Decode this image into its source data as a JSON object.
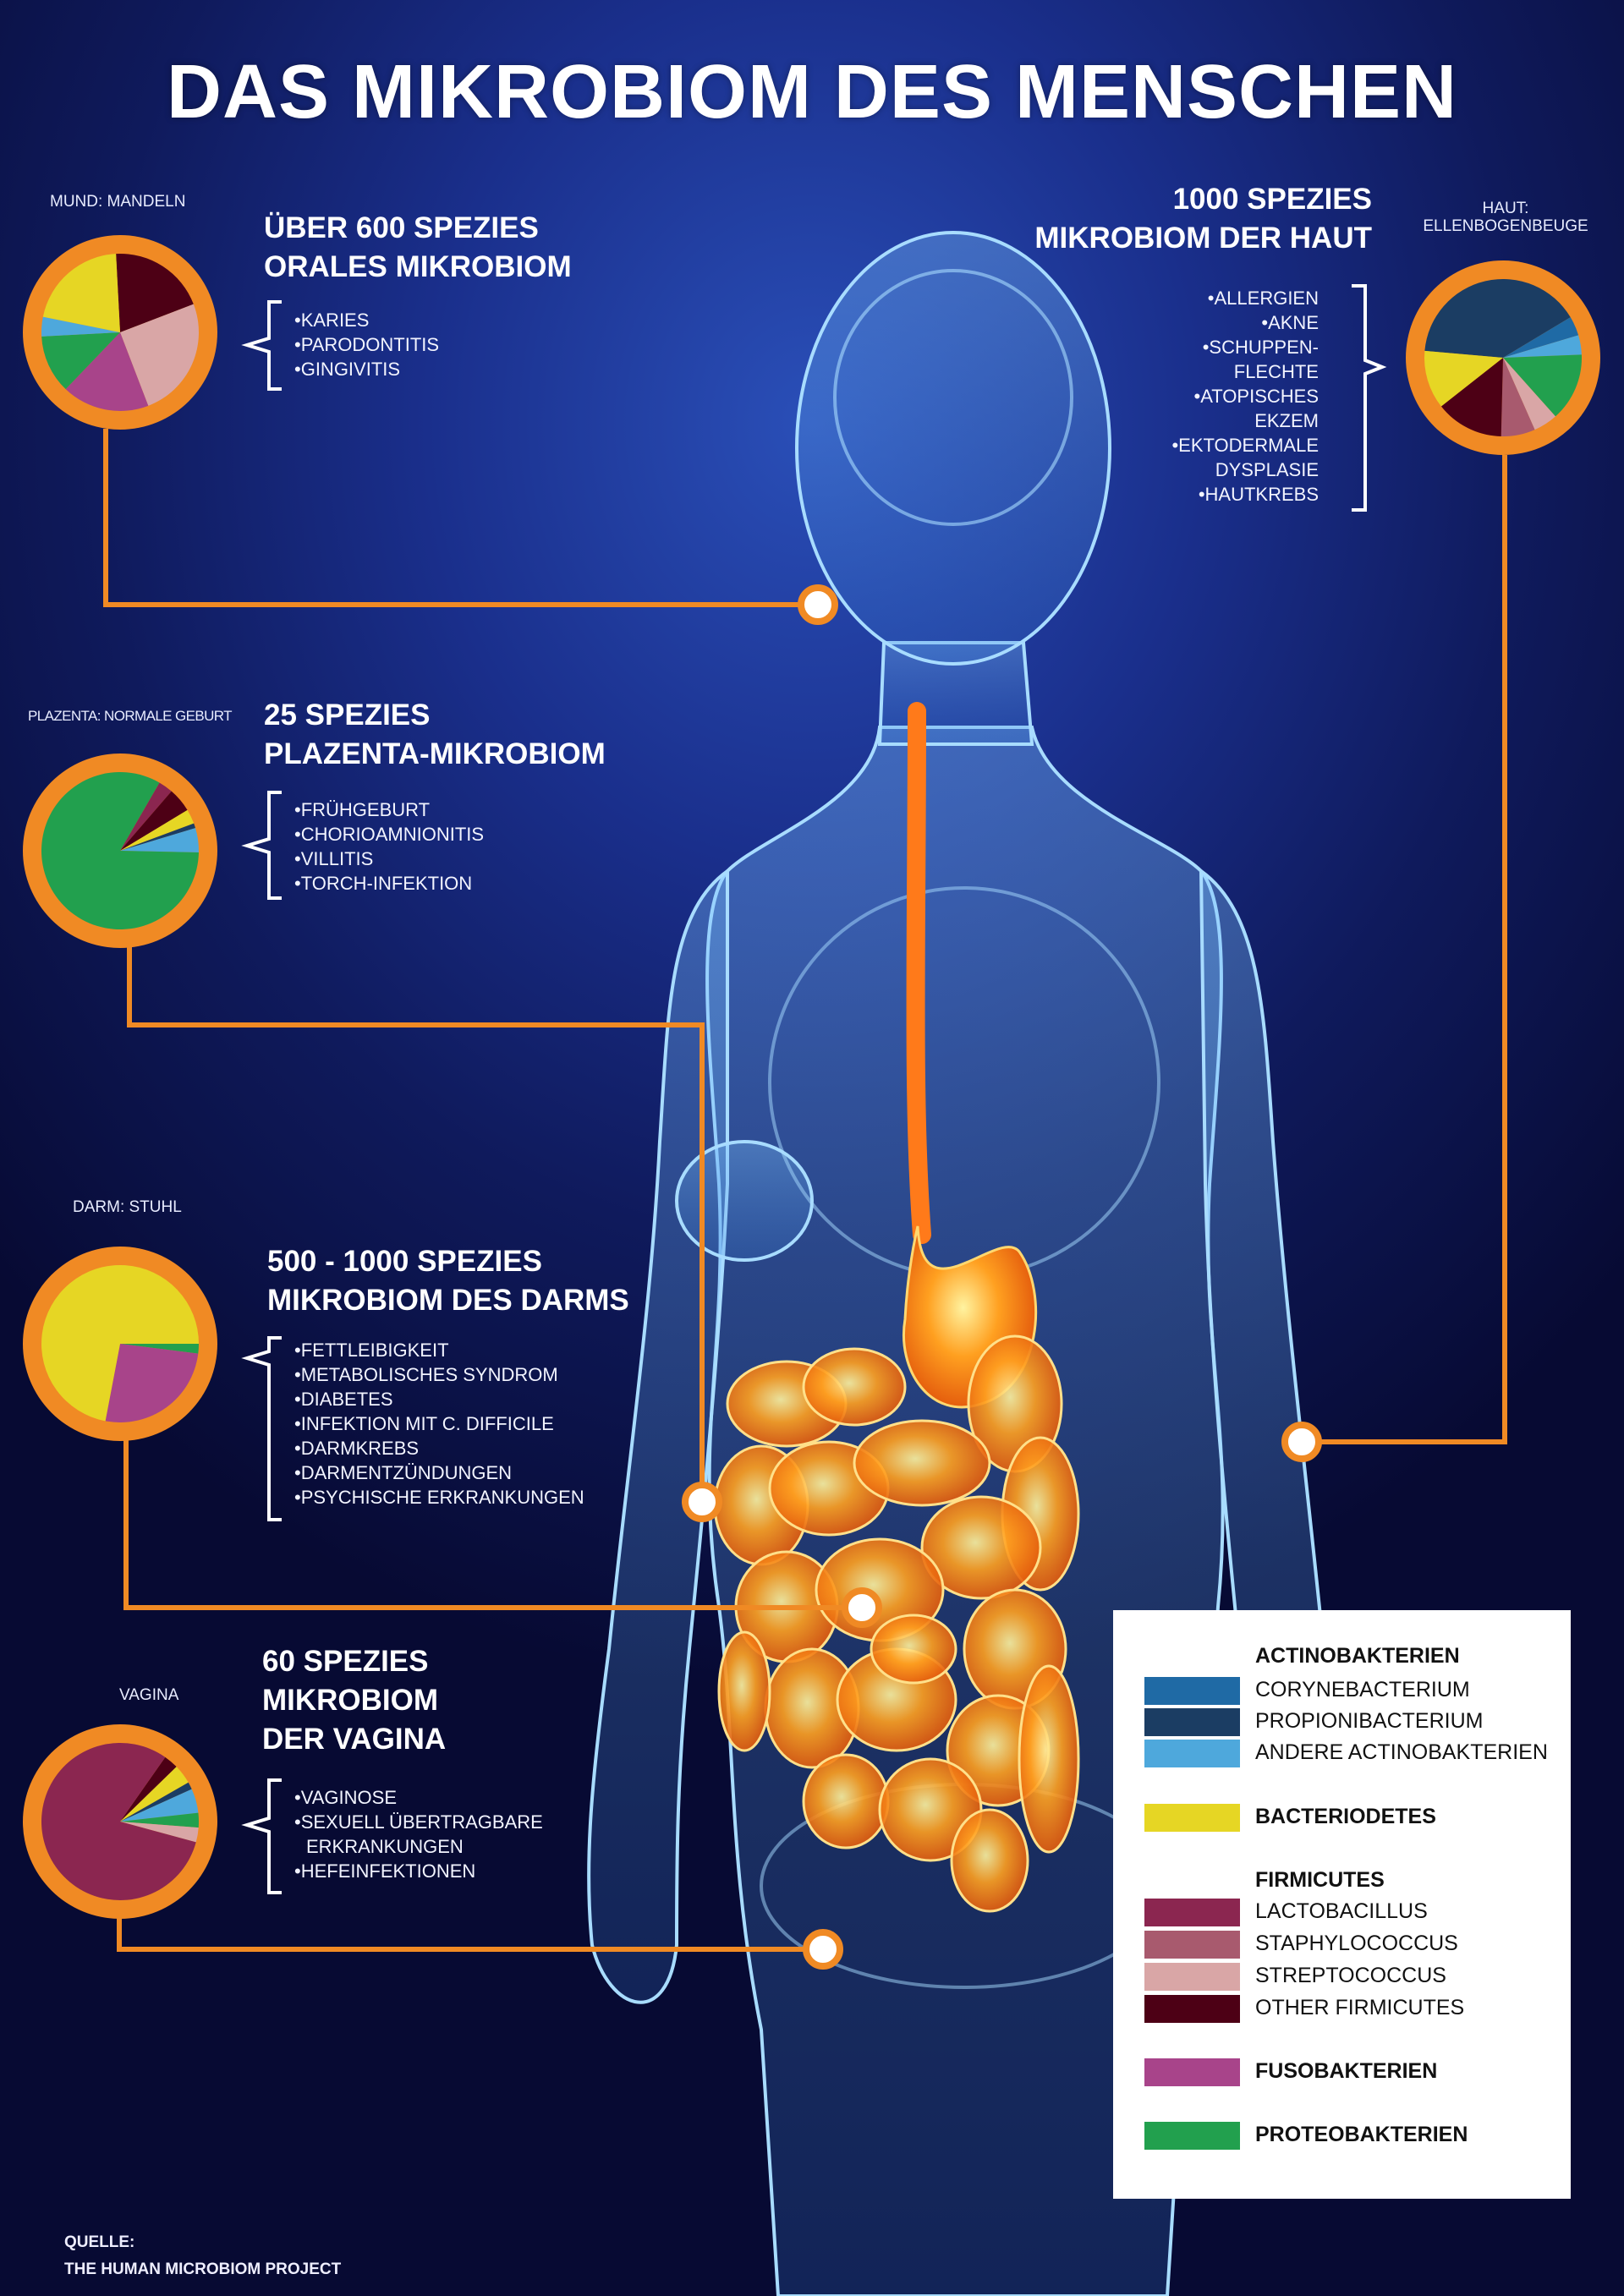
{
  "title": "DAS MIKROBIOM DES MENSCHEN",
  "colors": {
    "corynebacterium": "#1f6aa5",
    "propionibacterium": "#1b3d63",
    "andere_actinobakterien": "#4ea8dc",
    "bacteriodetes": "#e6d624",
    "lactobacillus": "#8b2650",
    "staphylococcus": "#a85a6e",
    "streptococcus": "#d9a6a6",
    "other_firmicutes": "#4d0015",
    "fusobakterien": "#a8448a",
    "proteobakterien": "#22a04e",
    "ring": "#f08a24"
  },
  "sections": {
    "mund": {
      "site_label": "MUND: MANDELN",
      "heading_1": "ÜBER 600 SPEZIES",
      "heading_2": "ORALES MIKROBIOM",
      "conditions": [
        "KARIES",
        "PARODONTITIS",
        "GINGIVITIS"
      ]
    },
    "haut": {
      "site_label_1": "HAUT:",
      "site_label_2": "ELLENBOGENBEUGE",
      "heading_1": "1000 SPEZIES",
      "heading_2": "MIKROBIOM DER HAUT",
      "conditions": [
        "ALLERGIEN",
        "AKNE",
        "SCHUPPEN-",
        "FLECHTE",
        "ATOPISCHES",
        "EKZEM",
        "EKTODERMALE",
        "DYSPLASIE",
        "HAUTKREBS"
      ]
    },
    "plazenta": {
      "site_label": "PLAZENTA: NORMALE GEBURT",
      "heading_1": "25 SPEZIES",
      "heading_2": "PLAZENTA-MIKROBIOM",
      "conditions": [
        "FRÜHGEBURT",
        "CHORIOAMNIONITIS",
        "VILLITIS",
        "TORCH-INFEKTION"
      ]
    },
    "darm": {
      "site_label": "DARM: STUHL",
      "heading_1": "500 - 1000 SPEZIES",
      "heading_2": "MIKROBIOM DES DARMS",
      "conditions": [
        "FETTLEIBIGKEIT",
        "METABOLISCHES SYNDROM",
        "DIABETES",
        "INFEKTION MIT C. DIFFICILE",
        "DARMKREBS",
        "DARMENTZÜNDUNGEN",
        "PSYCHISCHE ERKRANKUNGEN"
      ]
    },
    "vagina": {
      "site_label": "VAGINA",
      "heading_1": "60 SPEZIES",
      "heading_2": "MIKROBIOM",
      "heading_3": "DER VAGINA",
      "conditions": [
        "VAGINOSE",
        "SEXUELL ÜBERTRAGBARE",
        "ERKRANKUNGEN",
        "HEFEINFEKTIONEN"
      ]
    }
  },
  "chart_data": [
    {
      "type": "pie",
      "title": "MUND: MANDELN",
      "slices": [
        {
          "key": "other_firmicutes",
          "value": 20
        },
        {
          "key": "streptococcus",
          "value": 25
        },
        {
          "key": "fusobakterien",
          "value": 18
        },
        {
          "key": "proteobakterien",
          "value": 12
        },
        {
          "key": "andere_actinobakterien",
          "value": 4
        },
        {
          "key": "bacteriodetes",
          "value": 21
        }
      ]
    },
    {
      "type": "pie",
      "title": "HAUT: ELLENBOGENBEUGE",
      "slices": [
        {
          "key": "propionibacterium",
          "value": 40
        },
        {
          "key": "corynebacterium",
          "value": 4
        },
        {
          "key": "andere_actinobakterien",
          "value": 4
        },
        {
          "key": "proteobakterien",
          "value": 14
        },
        {
          "key": "streptococcus",
          "value": 5
        },
        {
          "key": "staphylococcus",
          "value": 7
        },
        {
          "key": "other_firmicutes",
          "value": 14
        },
        {
          "key": "bacteriodetes",
          "value": 12
        }
      ]
    },
    {
      "type": "pie",
      "title": "PLAZENTA: NORMALE GEBURT",
      "slices": [
        {
          "key": "lactobacillus",
          "value": 3
        },
        {
          "key": "other_firmicutes",
          "value": 5
        },
        {
          "key": "bacteriodetes",
          "value": 3
        },
        {
          "key": "propionibacterium",
          "value": 1
        },
        {
          "key": "andere_actinobakterien",
          "value": 5
        },
        {
          "key": "proteobakterien",
          "value": 83
        }
      ]
    },
    {
      "type": "pie",
      "title": "DARM: STUHL",
      "slices": [
        {
          "key": "proteobakterien",
          "value": 2
        },
        {
          "key": "fusobakterien",
          "value": 26
        },
        {
          "key": "bacteriodetes",
          "value": 72
        }
      ]
    },
    {
      "type": "pie",
      "title": "VAGINA",
      "slices": [
        {
          "key": "other_firmicutes",
          "value": 3
        },
        {
          "key": "bacteriodetes",
          "value": 4
        },
        {
          "key": "propionibacterium",
          "value": 1.5
        },
        {
          "key": "andere_actinobakterien",
          "value": 5
        },
        {
          "key": "proteobakterien",
          "value": 3
        },
        {
          "key": "streptococcus",
          "value": 3
        },
        {
          "key": "lactobacillus",
          "value": 80.5
        }
      ]
    }
  ],
  "legend": {
    "groups": [
      {
        "label": "ACTINOBAKTERIEN",
        "items": [
          {
            "key": "corynebacterium",
            "label": "CORYNEBACTERIUM"
          },
          {
            "key": "propionibacterium",
            "label": "PROPIONIBACTERIUM"
          },
          {
            "key": "andere_actinobakterien",
            "label": "ANDERE ACTINOBAKTERIEN"
          }
        ]
      },
      {
        "label": "BACTERIODETES",
        "key": "bacteriodetes"
      },
      {
        "label": "FIRMICUTES",
        "items": [
          {
            "key": "lactobacillus",
            "label": "LACTOBACILLUS"
          },
          {
            "key": "staphylococcus",
            "label": "STAPHYLOCOCCUS"
          },
          {
            "key": "streptococcus",
            "label": "STREPTOCOCCUS"
          },
          {
            "key": "other_firmicutes",
            "label": "OTHER FIRMICUTES"
          }
        ]
      },
      {
        "label": "FUSOBAKTERIEN",
        "key": "fusobakterien"
      },
      {
        "label": "PROTEOBAKTERIEN",
        "key": "proteobakterien"
      }
    ]
  },
  "source": {
    "label": "QUELLE:",
    "text": "THE HUMAN MICROBIOM PROJECT"
  }
}
